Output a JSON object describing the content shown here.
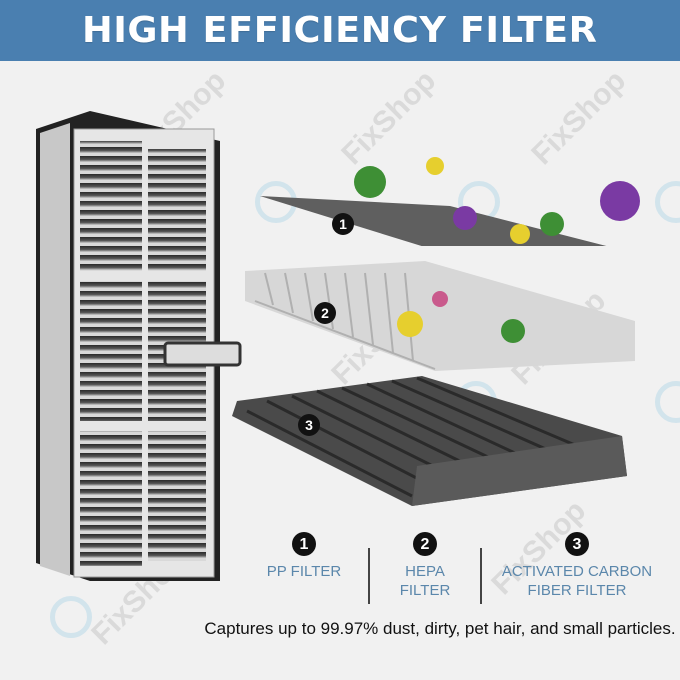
{
  "header": {
    "title": "HIGH EFFICIENCY FILTER",
    "background_color": "#4a7fb0"
  },
  "watermark": {
    "text": "FixShop"
  },
  "diagram": {
    "badges": [
      "1",
      "2",
      "3"
    ]
  },
  "layers": [
    {
      "number": "1",
      "label": "PP FILTER"
    },
    {
      "number": "2",
      "label": "HEPA\nFILTER"
    },
    {
      "number": "3",
      "label": "ACTIVATED CARBON\nFIBER FILTER"
    }
  ],
  "caption": "Captures up to 99.97% dust, dirty, pet hair, and small particles.",
  "colors": {
    "label_text": "#5b87ab",
    "caption_text": "#111111",
    "page_background": "#f1f1f1"
  }
}
